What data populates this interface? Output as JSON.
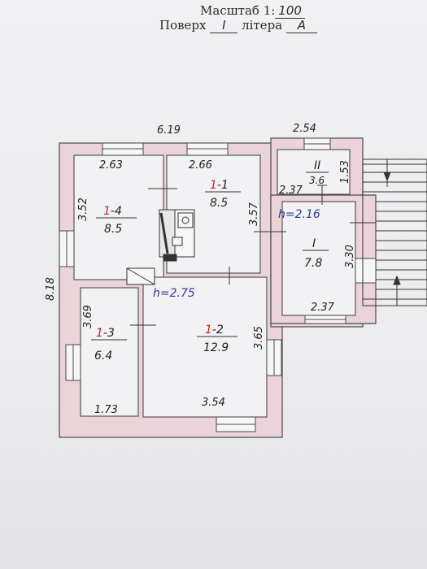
{
  "header": {
    "scale_label": "Масштаб 1:",
    "scale_value": "100",
    "floor_label": "Поверх",
    "floor_value": "I",
    "letter_label": "літера",
    "letter_value": "А"
  },
  "dimensions": {
    "top_main": "6.19",
    "top_side": "2.54",
    "left_total": "8.18",
    "room_1_4_top": "2.63",
    "room_1_4_side": "3.52",
    "room_1_1_top": "2.66",
    "room_1_1_side": "3.57",
    "room_2_top": "2.37",
    "room_2_side": "1.53",
    "room_I_side": "3.30",
    "room_I_bottom": "2.37",
    "room_1_3_side": "3.69",
    "room_1_3_bottom": "1.73",
    "room_1_2_side": "3.65",
    "room_1_2_bottom": "3.54"
  },
  "heights": {
    "main": "h=2.75",
    "side": "h=2.16"
  },
  "rooms": [
    {
      "id": "1-4",
      "num_red": "1",
      "num_rest": "-4",
      "area": "8.5"
    },
    {
      "id": "1-1",
      "num_red": "1",
      "num_rest": "-1",
      "area": "8.5"
    },
    {
      "id": "1-3",
      "num_red": "1",
      "num_rest": "-3",
      "area": "6.4"
    },
    {
      "id": "1-2",
      "num_red": "1",
      "num_rest": "-2",
      "area": "12.9"
    },
    {
      "id": "II",
      "num_red": "",
      "num_rest": "II",
      "area": "3.6"
    },
    {
      "id": "I",
      "num_red": "",
      "num_rest": "I",
      "area": "7.8"
    }
  ],
  "colors": {
    "wall_fill": "#ead3d9",
    "wall_line": "#4a4a4a",
    "red_ink": "#cc2222",
    "blue_ink": "#2a3a9a"
  }
}
